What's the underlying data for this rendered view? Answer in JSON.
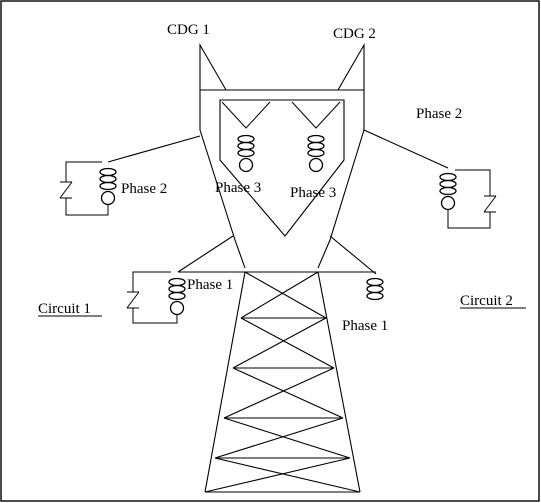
{
  "labels": {
    "cdg1": "CDG 1",
    "cdg2": "CDG 2",
    "phase2_left": "Phase 2",
    "phase3_left": "Phase 3",
    "phase3_right": "Phase 3",
    "phase2_right": "Phase 2",
    "phase1_left": "Phase 1",
    "phase1_right": "Phase 1",
    "circuit1": "Circuit 1",
    "circuit2": "Circuit 2"
  }
}
